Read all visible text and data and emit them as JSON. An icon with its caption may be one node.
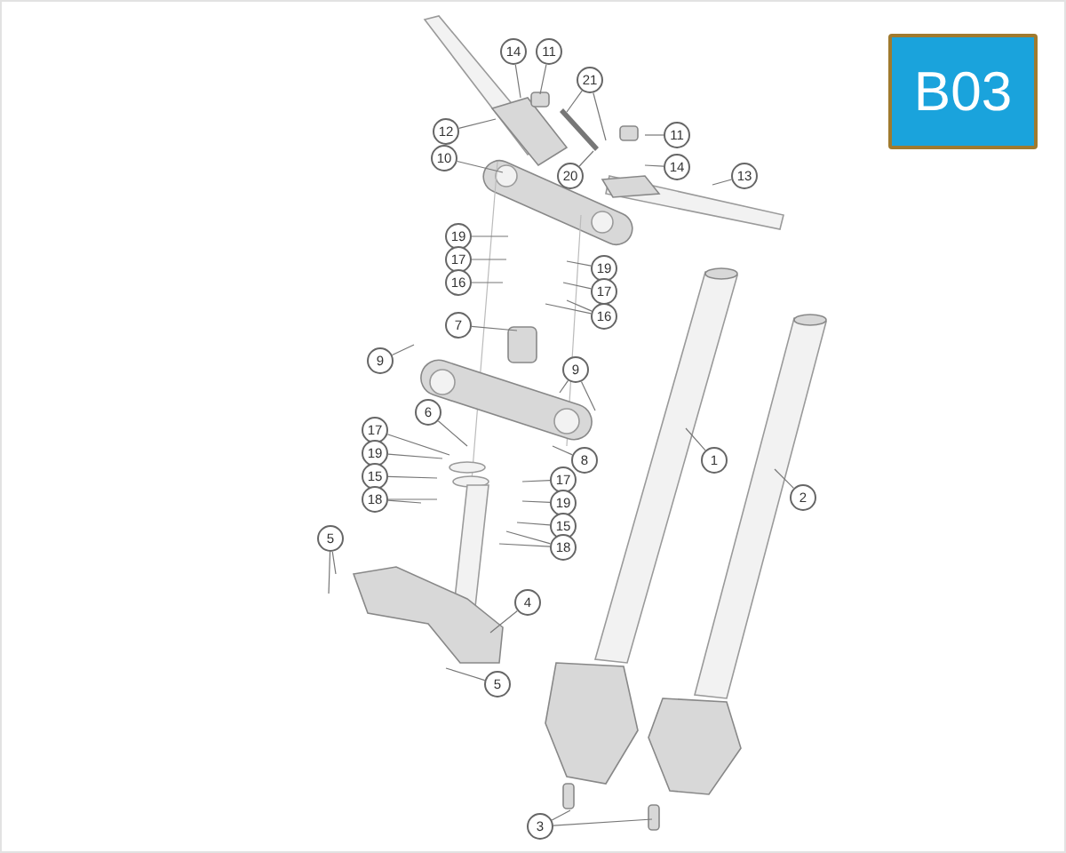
{
  "diagram": {
    "nodes": [
      {
        "text": [
          "B03"
        ]
      },
      {
        "text": [
          "14"
        ]
      },
      {
        "text": [
          "11"
        ]
      },
      {
        "text": [
          "21"
        ]
      },
      {
        "text": [
          "12"
        ]
      },
      {
        "text": [
          "11"
        ]
      },
      {
        "text": [
          "10"
        ]
      },
      {
        "text": [
          "20"
        ]
      },
      {
        "text": [
          "14"
        ]
      },
      {
        "text": [
          "13"
        ]
      },
      {
        "text": [
          "19"
        ]
      },
      {
        "text": [
          "17"
        ]
      },
      {
        "text": [
          "19"
        ]
      },
      {
        "text": [
          "16"
        ]
      },
      {
        "text": [
          "17"
        ]
      },
      {
        "text": [
          "16"
        ]
      },
      {
        "text": [
          "7"
        ]
      },
      {
        "text": [
          "9"
        ]
      },
      {
        "text": [
          "9"
        ]
      },
      {
        "text": [
          "6"
        ]
      },
      {
        "text": [
          "8"
        ]
      },
      {
        "text": [
          "17"
        ]
      },
      {
        "text": [
          "19"
        ]
      },
      {
        "text": [
          "15"
        ]
      },
      {
        "text": [
          "18"
        ]
      },
      {
        "text": [
          "17"
        ]
      },
      {
        "text": [
          "19"
        ]
      },
      {
        "text": [
          "15"
        ]
      },
      {
        "text": [
          "18"
        ]
      },
      {
        "text": [
          "1"
        ]
      },
      {
        "text": [
          "2"
        ]
      },
      {
        "text": [
          "5"
        ]
      },
      {
        "text": [
          "4"
        ]
      },
      {
        "text": [
          "5"
        ]
      },
      {
        "text": [
          "3"
        ]
      }
    ],
    "edges": [
      {
        "from": 1,
        "to": null,
        "arrow": "none"
      },
      {
        "from": 2,
        "to": null,
        "arrow": "none"
      },
      {
        "from": 3,
        "to": null,
        "arrow": "none"
      },
      {
        "from": 3,
        "to": null,
        "arrow": "none"
      },
      {
        "from": 4,
        "to": null,
        "arrow": "none"
      },
      {
        "from": 5,
        "to": null,
        "arrow": "none"
      },
      {
        "from": 6,
        "to": null,
        "arrow": "none"
      },
      {
        "from": 7,
        "to": null,
        "arrow": "none"
      },
      {
        "from": 8,
        "to": null,
        "arrow": "none"
      },
      {
        "from": 9,
        "to": null,
        "arrow": "none"
      },
      {
        "from": 10,
        "to": null,
        "arrow": "none"
      },
      {
        "from": 11,
        "to": null,
        "arrow": "none"
      },
      {
        "from": 12,
        "to": null,
        "arrow": "none"
      },
      {
        "from": 13,
        "to": null,
        "arrow": "none"
      },
      {
        "from": 14,
        "to": null,
        "arrow": "none"
      },
      {
        "from": 15,
        "to": null,
        "arrow": "none"
      },
      {
        "from": 15,
        "to": null,
        "arrow": "none"
      },
      {
        "from": 16,
        "to": null,
        "arrow": "none"
      },
      {
        "from": 17,
        "to": null,
        "arrow": "none"
      },
      {
        "from": 18,
        "to": null,
        "arrow": "none"
      },
      {
        "from": 18,
        "to": null,
        "arrow": "none"
      },
      {
        "from": 19,
        "to": null,
        "arrow": "none"
      },
      {
        "from": 20,
        "to": null,
        "arrow": "none"
      },
      {
        "from": 21,
        "to": null,
        "arrow": "none"
      },
      {
        "from": 22,
        "to": null,
        "arrow": "none"
      },
      {
        "from": 23,
        "to": null,
        "arrow": "none"
      },
      {
        "from": 24,
        "to": null,
        "arrow": "none"
      },
      {
        "from": 24,
        "to": null,
        "arrow": "none"
      },
      {
        "from": 25,
        "to": null,
        "arrow": "none"
      },
      {
        "from": 26,
        "to": null,
        "arrow": "none"
      },
      {
        "from": 27,
        "to": null,
        "arrow": "none"
      },
      {
        "from": 28,
        "to": null,
        "arrow": "none"
      },
      {
        "from": 28,
        "to": null,
        "arrow": "none"
      },
      {
        "from": 29,
        "to": null,
        "arrow": "none"
      },
      {
        "from": 30,
        "to": null,
        "arrow": "none"
      },
      {
        "from": 31,
        "to": null,
        "arrow": "none"
      },
      {
        "from": 31,
        "to": null,
        "arrow": "none"
      },
      {
        "from": 32,
        "to": null,
        "arrow": "none"
      },
      {
        "from": 33,
        "to": null,
        "arrow": "none"
      },
      {
        "from": 34,
        "to": null,
        "arrow": "none"
      },
      {
        "from": 34,
        "to": null,
        "arrow": "none"
      }
    ]
  }
}
